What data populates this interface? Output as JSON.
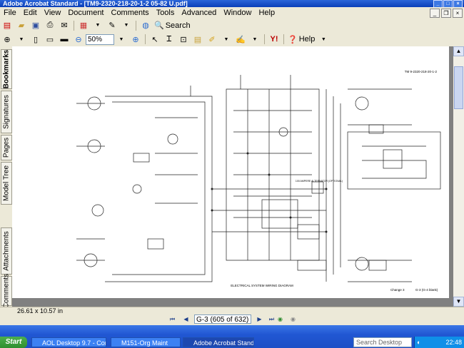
{
  "window": {
    "title": "Adobe Acrobat Standard - [TM9-2320-218-20-1-2 05-82 U.pdf]"
  },
  "menubar": {
    "items": [
      "File",
      "Edit",
      "View",
      "Document",
      "Comments",
      "Tools",
      "Advanced",
      "Window",
      "Help"
    ]
  },
  "toolbar": {
    "search_label": "Search",
    "zoom_value": "50%",
    "help_label": "Help"
  },
  "left_tabs": [
    "Bookmarks",
    "Signatures",
    "Pages",
    "Model Tree",
    "Attachments",
    "Comments"
  ],
  "document": {
    "header_ref": "TM 9-2320-218-20-1-2",
    "caption": "ELECTRICAL SYSTEM WIRING DIAGRAM",
    "change": "Change 3",
    "figure": "G-3 (G-4 blank)",
    "inset_caption": "100 AMPERE ALTERNATOR (OPTIONAL)"
  },
  "status": {
    "page_size": "26.61 x 10.57 in"
  },
  "navigation": {
    "page_indicator": "G-3 (605 of 632)"
  },
  "taskbar": {
    "start_label": "Start",
    "tasks": [
      "AOL Desktop 9.7 - Conn...",
      "M151-Org Maint",
      "Adobe Acrobat Standard ..."
    ],
    "search_placeholder": "Search Desktop",
    "clock": "22:48"
  }
}
